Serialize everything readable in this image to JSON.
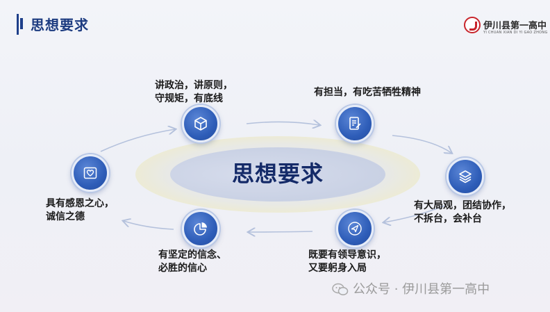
{
  "header": {
    "title": "思想要求"
  },
  "logo": {
    "name": "伊川县第一高中",
    "subtitle": "YI CHUAN XIAN DI YI GAO ZHONG"
  },
  "center": {
    "title": "思想要求"
  },
  "nodes": [
    {
      "icon": "cube-icon",
      "label_lines": [
        "讲政治，讲原则，",
        "守规矩，有底线"
      ]
    },
    {
      "icon": "document-edit-icon",
      "label_lines": [
        "有担当，有吃苦牺牲精神"
      ]
    },
    {
      "icon": "layers-icon",
      "label_lines": [
        "有大局观，团结协作，",
        "不拆台，会补台"
      ]
    },
    {
      "icon": "send-icon",
      "label_lines": [
        "既要有领导意识，",
        "又要躬身入局"
      ]
    },
    {
      "icon": "pie-chart-icon",
      "label_lines": [
        "有坚定的信念、",
        "必胜的信心"
      ]
    },
    {
      "icon": "heart-frame-icon",
      "label_lines": [
        "具有感恩之心，",
        "诚信之德"
      ]
    }
  ],
  "watermark": {
    "text": "公众号 · 伊川县第一高中"
  },
  "colors": {
    "accent": "#1e3f8a",
    "node": "#2e5db8",
    "logo_red": "#c8242b"
  }
}
